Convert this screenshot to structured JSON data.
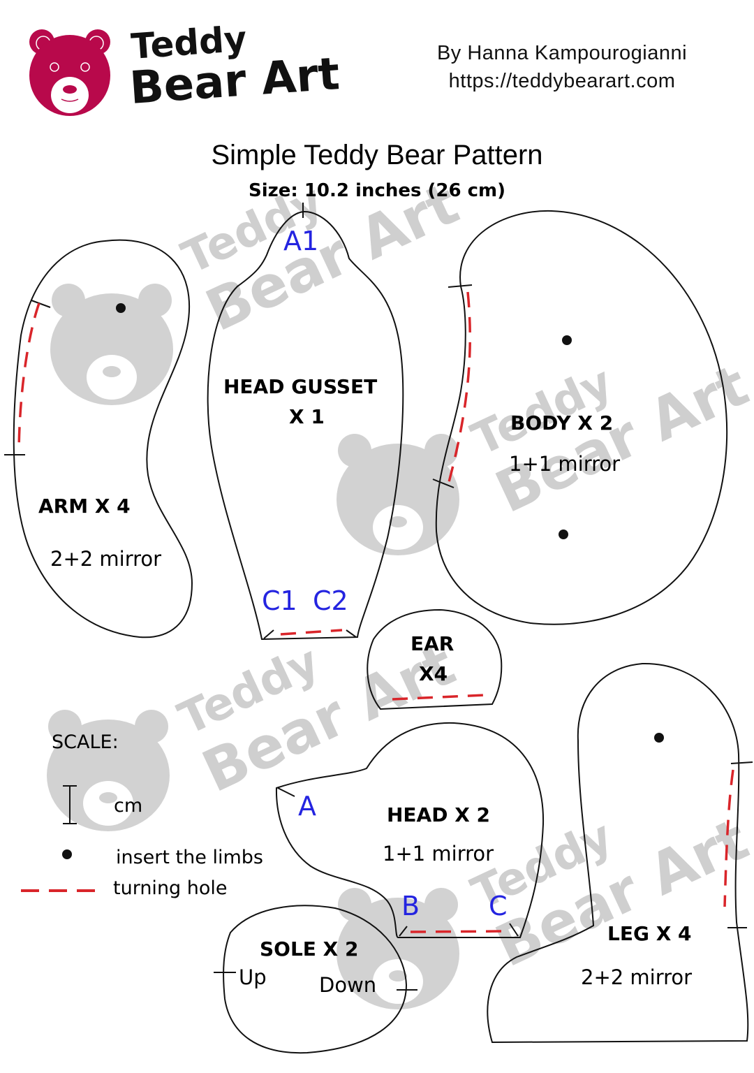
{
  "header": {
    "logo": {
      "icon": "bear-face-icon",
      "color": "#b8094b",
      "line1": "Teddy",
      "line2": "Bear Art"
    },
    "author": "By Hanna Kampourogianni",
    "website": "https://teddybearart.com"
  },
  "title": "Simple Teddy Bear Pattern",
  "subtitle": "Size: 10.2 inches (26 cm)",
  "colors": {
    "outline": "#111111",
    "turning_hole": "#d9252a",
    "match_marks": "#2424e0",
    "watermark": "#cfcfcf"
  },
  "pieces": {
    "arm": {
      "name": "ARM X 4",
      "count": "2+2 mirror"
    },
    "head_gusset": {
      "name_line1": "HEAD GUSSET",
      "name_line2": "X 1",
      "marks": [
        "A1",
        "C1",
        "C2"
      ]
    },
    "body": {
      "name": "BODY X 2",
      "count": "1+1 mirror"
    },
    "ear": {
      "name_line1": "EAR",
      "name_line2": "X4"
    },
    "head": {
      "name": "HEAD X 2",
      "count": "1+1 mirror",
      "marks": [
        "A",
        "B",
        "C"
      ]
    },
    "sole": {
      "name": "SOLE X 2",
      "up": "Up",
      "down": "Down"
    },
    "leg": {
      "name": "LEG X 4",
      "count": "2+2 mirror"
    }
  },
  "legend": {
    "scale_label": "SCALE:",
    "scale_unit": "cm",
    "dot_label": "insert the limbs",
    "dash_label": "turning hole"
  },
  "watermark": {
    "line1": "Teddy",
    "line2": "Bear Art"
  }
}
